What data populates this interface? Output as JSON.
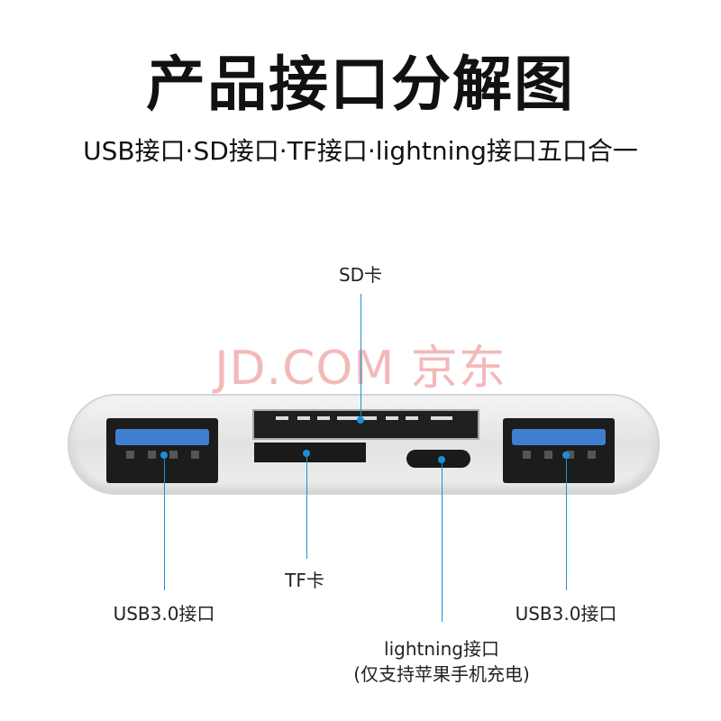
{
  "title": "产品接口分解图",
  "subtitle": "USB接口·SD接口·TF接口·lightning接口五口合一",
  "watermark": "JD.COM 京东",
  "labels": {
    "sd": "SD卡",
    "tf": "TF卡",
    "usb_left": "USB3.0接口",
    "usb_right": "USB3.0接口",
    "lightning": "lightning接口",
    "lightning_note": "(仅支持苹果手机充电)"
  },
  "colors": {
    "callout": "#1a8fd6",
    "usb_blue": "#3f7fd1",
    "watermark": "#f3b9b9"
  }
}
